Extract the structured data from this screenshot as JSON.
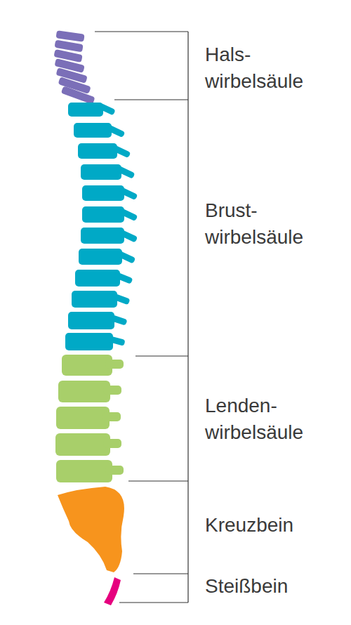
{
  "diagram": {
    "labels": [
      "Hals- wirbelsäule",
      "Brust- wirbelsäule",
      "Lenden- wirbelsäule",
      "Kreuzbein",
      "Steißbein"
    ]
  }
}
